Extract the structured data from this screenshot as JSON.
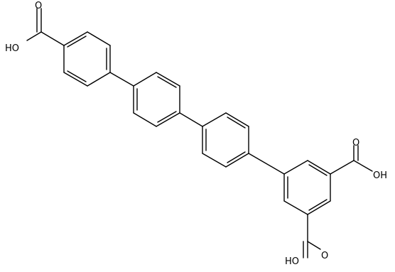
{
  "molecule": {
    "labels": {
      "oxygen": "O",
      "hydroxyl_left": "HO",
      "hydroxyl_right": "OH"
    },
    "functional_groups": [
      "carboxylic-acid",
      "carboxylic-acid",
      "carboxylic-acid"
    ],
    "ring_count": 4,
    "colors": {
      "bond": "#000000",
      "background": "#ffffff"
    }
  }
}
